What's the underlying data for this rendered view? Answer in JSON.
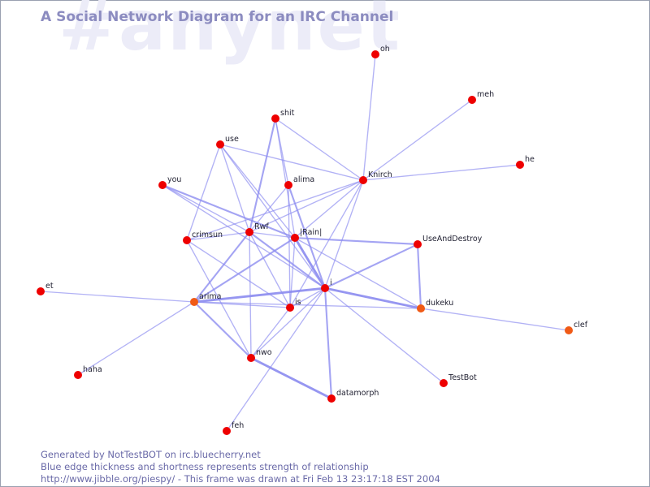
{
  "watermark": "#anynet",
  "title": "A Social Network Diagram for an IRC Channel",
  "footer": {
    "line1": "Generated by NotTestBOT on irc.bluecherry.net",
    "line2": "Blue edge thickness and shortness represents strength of relationship",
    "line3": "http://www.jibble.org/piespy/ - This frame was drawn at Fri Feb 13 23:17:18 EST 2004"
  },
  "colors": {
    "edge": "#8c8cf0",
    "node_red": "#ee0000",
    "node_orange": "#f05a16",
    "watermark": "#ececf8",
    "title": "#8c8cc0"
  },
  "nodes": [
    {
      "id": "oh",
      "label": "oh",
      "color": "red"
    },
    {
      "id": "meh",
      "label": "meh",
      "color": "red"
    },
    {
      "id": "he",
      "label": "he",
      "color": "red"
    },
    {
      "id": "shit",
      "label": "shit",
      "color": "red"
    },
    {
      "id": "use",
      "label": "use",
      "color": "red"
    },
    {
      "id": "alima",
      "label": "alima",
      "color": "red"
    },
    {
      "id": "knirch",
      "label": "Knirch",
      "color": "red"
    },
    {
      "id": "you",
      "label": "you",
      "color": "red"
    },
    {
      "id": "rwf",
      "label": "Rwf",
      "color": "red"
    },
    {
      "id": "rain",
      "label": "|Rain|",
      "color": "red"
    },
    {
      "id": "crimsun",
      "label": "crimsun",
      "color": "red"
    },
    {
      "id": "useanddestroy",
      "label": "UseAndDestroy",
      "color": "red"
    },
    {
      "id": "i",
      "label": "i",
      "color": "red"
    },
    {
      "id": "et",
      "label": "et",
      "color": "red"
    },
    {
      "id": "arima",
      "label": "arima",
      "color": "orange"
    },
    {
      "id": "is",
      "label": "is",
      "color": "red"
    },
    {
      "id": "dukeku",
      "label": "dukeku",
      "color": "orange"
    },
    {
      "id": "clef",
      "label": "clef",
      "color": "orange"
    },
    {
      "id": "nwo",
      "label": "nwo",
      "color": "red"
    },
    {
      "id": "haha",
      "label": "haha",
      "color": "red"
    },
    {
      "id": "testbot",
      "label": "TestBot",
      "color": "red"
    },
    {
      "id": "datamorph",
      "label": "datamorph",
      "color": "red"
    },
    {
      "id": "feh",
      "label": "feh",
      "color": "red"
    }
  ],
  "edges": [
    {
      "from": "oh",
      "to": "knirch",
      "strength": 1
    },
    {
      "from": "meh",
      "to": "knirch",
      "strength": 1
    },
    {
      "from": "he",
      "to": "knirch",
      "strength": 1
    },
    {
      "from": "shit",
      "to": "rwf",
      "strength": 2
    },
    {
      "from": "shit",
      "to": "alima",
      "strength": 1
    },
    {
      "from": "shit",
      "to": "rain",
      "strength": 1
    },
    {
      "from": "shit",
      "to": "knirch",
      "strength": 1
    },
    {
      "from": "use",
      "to": "knirch",
      "strength": 1
    },
    {
      "from": "use",
      "to": "rain",
      "strength": 1
    },
    {
      "from": "use",
      "to": "rwf",
      "strength": 1
    },
    {
      "from": "use",
      "to": "crimsun",
      "strength": 1
    },
    {
      "from": "use",
      "to": "i",
      "strength": 1
    },
    {
      "from": "alima",
      "to": "rwf",
      "strength": 1
    },
    {
      "from": "alima",
      "to": "i",
      "strength": 2
    },
    {
      "from": "alima",
      "to": "is",
      "strength": 1
    },
    {
      "from": "knirch",
      "to": "rwf",
      "strength": 1
    },
    {
      "from": "knirch",
      "to": "rain",
      "strength": 1
    },
    {
      "from": "knirch",
      "to": "i",
      "strength": 1
    },
    {
      "from": "knirch",
      "to": "is",
      "strength": 1
    },
    {
      "from": "knirch",
      "to": "crimsun",
      "strength": 1
    },
    {
      "from": "you",
      "to": "rwf",
      "strength": 1
    },
    {
      "from": "you",
      "to": "rain",
      "strength": 2
    },
    {
      "from": "you",
      "to": "i",
      "strength": 1
    },
    {
      "from": "rwf",
      "to": "rain",
      "strength": 1
    },
    {
      "from": "rwf",
      "to": "arima",
      "strength": 2
    },
    {
      "from": "rwf",
      "to": "i",
      "strength": 2
    },
    {
      "from": "rwf",
      "to": "nwo",
      "strength": 1
    },
    {
      "from": "rwf",
      "to": "crimsun",
      "strength": 1
    },
    {
      "from": "rwf",
      "to": "is",
      "strength": 1
    },
    {
      "from": "rain",
      "to": "i",
      "strength": 3
    },
    {
      "from": "rain",
      "to": "useanddestroy",
      "strength": 2
    },
    {
      "from": "rain",
      "to": "arima",
      "strength": 2
    },
    {
      "from": "rain",
      "to": "is",
      "strength": 1
    },
    {
      "from": "rain",
      "to": "dukeku",
      "strength": 1
    },
    {
      "from": "crimsun",
      "to": "nwo",
      "strength": 1
    },
    {
      "from": "crimsun",
      "to": "is",
      "strength": 1
    },
    {
      "from": "useanddestroy",
      "to": "i",
      "strength": 2
    },
    {
      "from": "useanddestroy",
      "to": "dukeku",
      "strength": 2
    },
    {
      "from": "i",
      "to": "arima",
      "strength": 3
    },
    {
      "from": "i",
      "to": "dukeku",
      "strength": 3
    },
    {
      "from": "i",
      "to": "is",
      "strength": 1
    },
    {
      "from": "i",
      "to": "nwo",
      "strength": 1
    },
    {
      "from": "i",
      "to": "datamorph",
      "strength": 2
    },
    {
      "from": "i",
      "to": "testbot",
      "strength": 1
    },
    {
      "from": "i",
      "to": "feh",
      "strength": 1
    },
    {
      "from": "et",
      "to": "arima",
      "strength": 1
    },
    {
      "from": "arima",
      "to": "is",
      "strength": 1
    },
    {
      "from": "arima",
      "to": "nwo",
      "strength": 2
    },
    {
      "from": "arima",
      "to": "haha",
      "strength": 1
    },
    {
      "from": "arima",
      "to": "dukeku",
      "strength": 1
    },
    {
      "from": "is",
      "to": "nwo",
      "strength": 1
    },
    {
      "from": "dukeku",
      "to": "clef",
      "strength": 1
    },
    {
      "from": "nwo",
      "to": "datamorph",
      "strength": 3
    }
  ]
}
